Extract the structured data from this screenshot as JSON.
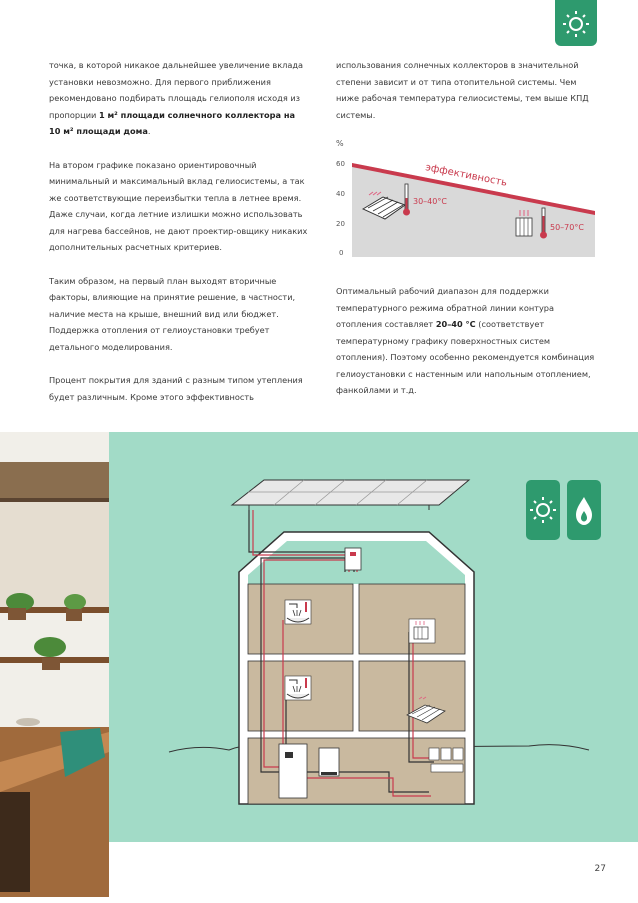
{
  "left_column": {
    "p1_a": "точка, в которой никакое дальнейшее увеличение вклада установки невозможно. Для первого приближения рекомендовано подбирать площадь гелиополя исходя из пропорции ",
    "p1_bold": "1 м² площади солнечного коллектора на 10 м² площади дома",
    "p1_end": ".",
    "p2": "На втором графике показано ориентировочный минимальный и максимальный вклад гелиосистемы, а так же соответствующие переизбытки тепла в летнее время. Даже случаи, когда летние излишки можно использовать для нагрева бассейнов, не дают проектир-овщику никаких дополнительных расчетных критериев.",
    "p3": "Таким образом, на первый план выходят вторичные факторы, влияющие на принятие решение, в частности, наличие места на крыше, внешний вид или бюджет. Поддержка отопления от гелиоустановки требует детального моделирования.",
    "p4": "Процент покрытия для зданий с разным типом утепления будет различным. Кроме этого эффективность"
  },
  "right_column": {
    "p1": "использования солнечных коллекторов в значительной степени зависит и от типа отопительной системы. Чем ниже рабочая температура гелиосистемы, тем выше КПД системы.",
    "p2_a": "Оптимальный рабочий диапазон для поддержки температурного режима обратной линии контура отопления составляет ",
    "p2_bold": "20–40 °С",
    "p2_b": " (соответствует температурному графику поверхностных систем отопления). Поэтому особенно рекомендуется комбинация гелиоустановки с настенным или напольным отоплением, фанкойлами и т.д."
  },
  "chart_data": {
    "type": "area",
    "ylabel": "%",
    "yticks": [
      "0",
      "20",
      "40",
      "60"
    ],
    "ylim": [
      0,
      60
    ],
    "series": [
      {
        "name": "эффективность",
        "values": [
          60,
          25
        ]
      }
    ],
    "annotations": [
      {
        "text": "30–40°C",
        "category": "напольное отопление"
      },
      {
        "text": "50–70°C",
        "category": "радиаторы"
      }
    ],
    "colors": {
      "band": "#c93a4d",
      "fill": "#d9d9d9"
    }
  },
  "page": {
    "number": "27"
  },
  "colors": {
    "accent_green": "#2e9a6e",
    "mint": "#a2dbc7",
    "house_fill": "#c9b99f",
    "wall": "#ffffff"
  },
  "icons": [
    "sun-icon",
    "flame-icon",
    "shower-icon",
    "thermometer-icon",
    "radiator-icon",
    "floor-heating-icon"
  ]
}
